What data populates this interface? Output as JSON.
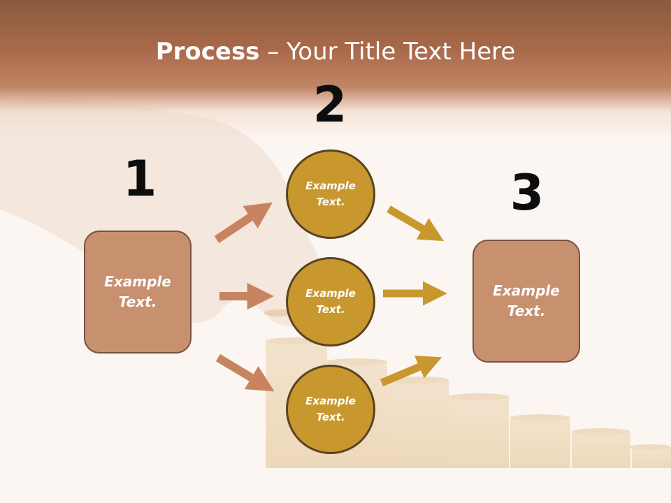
{
  "slide": {
    "title_bold": "Process",
    "title_rest": " – Your Title Text Here",
    "step_numbers": [
      "1",
      "2",
      "3"
    ],
    "left_box_text": "Example Text.",
    "right_box_text": "Example Text.",
    "circles": [
      "Example Text.",
      "Example Text.",
      "Example Text."
    ]
  },
  "colors": {
    "header_brown": "#a8694a",
    "box_fill": "#c7906f",
    "circle_fill": "#c8982f",
    "left_arrow_color": "#c88460",
    "right_arrow_color": "#c8982f"
  }
}
